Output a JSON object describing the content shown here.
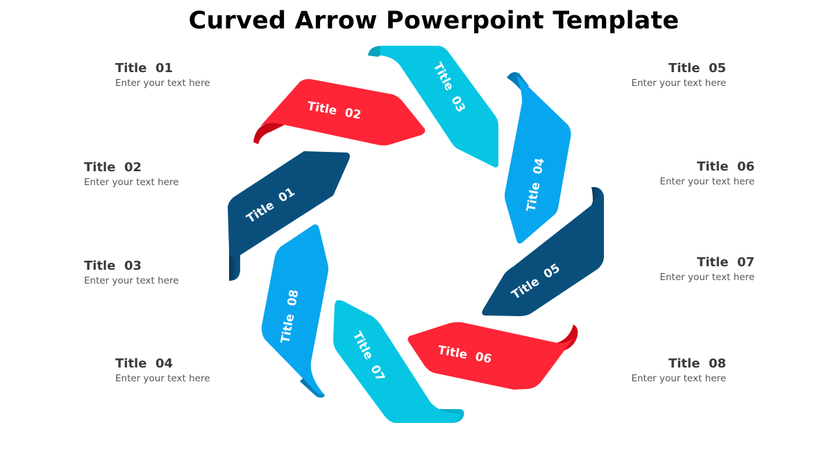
{
  "title": "Curved Arrow Powerpoint Template",
  "left_items": [
    {
      "title": "Title  01",
      "text": "Enter your text here"
    },
    {
      "title": "Title  02",
      "text": "Enter your text here"
    },
    {
      "title": "Title  03",
      "text": "Enter your text here"
    },
    {
      "title": "Title  04",
      "text": "Enter your text here"
    }
  ],
  "right_items": [
    {
      "title": "Title  05",
      "text": "Enter your text here"
    },
    {
      "title": "Title  06",
      "text": "Enter your text here"
    },
    {
      "title": "Title  07",
      "text": "Enter your text here"
    },
    {
      "title": "Title  08",
      "text": "Enter your text here"
    }
  ],
  "ribbons": [
    {
      "label": "Title  01",
      "color": "#0a4f7c"
    },
    {
      "label": "Title  02",
      "color": "#fe2536"
    },
    {
      "label": "Title  03",
      "color": "#06c6e4"
    },
    {
      "label": "Title  04",
      "color": "#08a6ee"
    },
    {
      "label": "Title  05",
      "color": "#0a4f7c"
    },
    {
      "label": "Title  06",
      "color": "#fe2536"
    },
    {
      "label": "Title  07",
      "color": "#06c6e4"
    },
    {
      "label": "Title  08",
      "color": "#08a6ee"
    }
  ]
}
